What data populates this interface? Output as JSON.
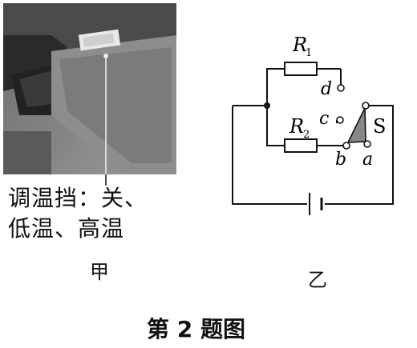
{
  "photo_callout": {
    "line1": "调温挡：关、",
    "line2": "低温、高温"
  },
  "sub_labels": {
    "left": "甲",
    "right": "乙"
  },
  "circuit": {
    "r1_letter": "R",
    "r1_sub": "1",
    "r2_letter": "R",
    "r2_sub": "2",
    "contact_d": "d",
    "contact_c": "c",
    "contact_b": "b",
    "contact_a": "a",
    "switch": "S"
  },
  "figure_title": "第 2 题图"
}
